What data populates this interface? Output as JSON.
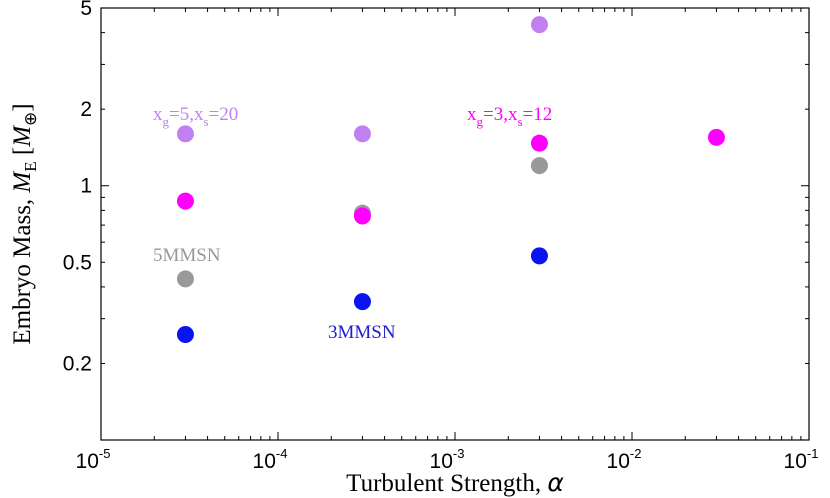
{
  "chart_data": {
    "type": "scatter",
    "title": "",
    "xlabel": {
      "text": "Turbulent Strength, ",
      "symbol": "α"
    },
    "ylabel": {
      "text": "Embryo Mass, ",
      "symbol": "M",
      "subscript": "E",
      "unit_open": " [",
      "unit_symbol": "M",
      "unit_subscript": "⊕",
      "unit_close": "]"
    },
    "x_scale": "log",
    "y_scale": "log",
    "xlim": [
      1e-05,
      0.1
    ],
    "ylim": [
      0.1,
      5
    ],
    "x_ticks": [
      {
        "value": 1e-05,
        "base": "10",
        "exp": "-5"
      },
      {
        "value": 0.0001,
        "base": "10",
        "exp": "-4"
      },
      {
        "value": 0.001,
        "base": "10",
        "exp": "-3"
      },
      {
        "value": 0.01,
        "base": "10",
        "exp": "-2"
      },
      {
        "value": 0.1,
        "base": "10",
        "exp": "-1"
      }
    ],
    "y_ticks": [
      {
        "value": 0.2,
        "label": "0.2"
      },
      {
        "value": 0.5,
        "label": "0.5"
      },
      {
        "value": 1,
        "label": "1"
      },
      {
        "value": 2,
        "label": "2"
      },
      {
        "value": 5,
        "label": "5"
      }
    ],
    "grid": false,
    "series": [
      {
        "name": "3MMSN",
        "color": "#0a14f0",
        "label_color": "#2020d0",
        "points": [
          {
            "x": 3e-05,
            "y": 0.26
          },
          {
            "x": 0.0003,
            "y": 0.35
          },
          {
            "x": 0.003,
            "y": 0.53
          }
        ]
      },
      {
        "name": "5MMSN",
        "color": "#999999",
        "label_color": "#999999",
        "points": [
          {
            "x": 3e-05,
            "y": 0.43
          },
          {
            "x": 0.0003,
            "y": 0.78
          },
          {
            "x": 0.003,
            "y": 1.2
          }
        ]
      },
      {
        "name_parts": {
          "a": "x",
          "a_sub": "g",
          "b": "=3,x",
          "b_sub": "s",
          "c": "=12"
        },
        "color": "#ff00ff",
        "label_color": "#ff00ff",
        "points": [
          {
            "x": 3e-05,
            "y": 0.87
          },
          {
            "x": 0.0003,
            "y": 0.76
          },
          {
            "x": 0.003,
            "y": 1.47
          },
          {
            "x": 0.03,
            "y": 1.55
          }
        ]
      },
      {
        "name_parts": {
          "a": "x",
          "a_sub": "g",
          "b": "=5,x",
          "b_sub": "s",
          "c": "=20"
        },
        "color": "#c080f0",
        "label_color": "#c080f0",
        "points": [
          {
            "x": 3e-05,
            "y": 1.6
          },
          {
            "x": 0.0003,
            "y": 1.6
          },
          {
            "x": 0.003,
            "y": 4.3
          }
        ]
      }
    ]
  }
}
